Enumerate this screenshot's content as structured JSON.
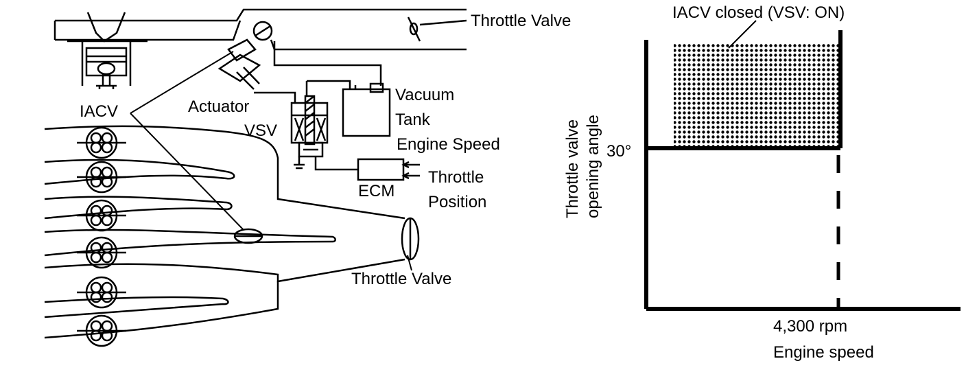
{
  "left_diagram": {
    "labels": {
      "throttle_valve_top": "Throttle Valve",
      "actuator": "Actuator",
      "iacv": "IACV",
      "vsv": "VSV",
      "vacuum": "Vacuum",
      "tank": "Tank",
      "engine_speed": "Engine Speed",
      "throttle": "Throttle",
      "position": "Position",
      "ecm": "ECM",
      "throttle_valve_bottom": "Throttle Valve"
    }
  },
  "right_chart": {
    "zone_label": "IACV closed (VSV: ON)",
    "y_axis_label_line1": "Throttle valve",
    "y_axis_label_line2": "opening angle",
    "y_threshold_label": "30°",
    "x_threshold_label": "4,300 rpm",
    "x_axis_label": "Engine speed",
    "fill_color": "#000000"
  }
}
